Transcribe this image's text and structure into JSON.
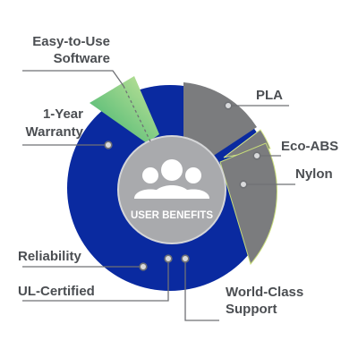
{
  "center": {
    "title": "USER BENEFITS",
    "icon": "people-group-icon"
  },
  "labels": {
    "easy_line1": "Easy-to-Use",
    "easy_line2": "Software",
    "warranty_line1": "1-Year",
    "warranty_line2": "Warranty",
    "reliability": "Reliability",
    "ul_certified": "UL-Certified",
    "world_line1": "World-Class",
    "world_line2": "Support",
    "pla": "PLA",
    "eco_abs": "Eco-ABS",
    "nylon": "Nylon"
  },
  "colors": {
    "blue": "#0a2aa0",
    "gray_segment": "#7b7c7e",
    "green_start": "#3db36f",
    "green_end": "#c7e59a",
    "center_gray": "#a9aaad",
    "label_text": "#4b4e52",
    "leader": "#6f7175"
  }
}
